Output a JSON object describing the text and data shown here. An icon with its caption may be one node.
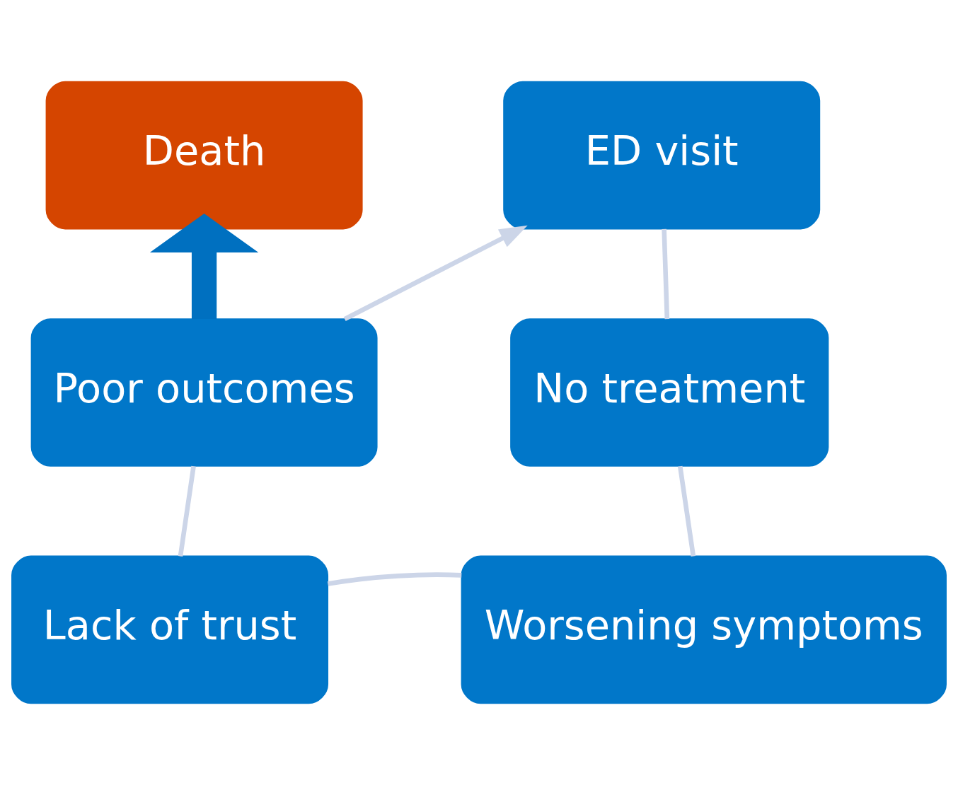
{
  "diagram": {
    "nodes": [
      {
        "text": [
          "Death"
        ]
      },
      {
        "text": [
          "ED visit"
        ]
      },
      {
        "text": [
          "No treatment"
        ]
      },
      {
        "text": [
          "Worsening symptoms"
        ]
      },
      {
        "text": [
          "Lack of trust"
        ]
      },
      {
        "text": [
          "Poor outcomes"
        ]
      }
    ],
    "edges": [
      {
        "from": 1,
        "to": 2,
        "arrow": "none"
      },
      {
        "from": 2,
        "to": 3,
        "arrow": "none"
      },
      {
        "from": 3,
        "to": 4,
        "arrow": "none"
      },
      {
        "from": 4,
        "to": 5,
        "arrow": "none"
      },
      {
        "from": 5,
        "to": 1,
        "arrow": "to"
      },
      {
        "from": 5,
        "to": 0,
        "arrow": "to",
        "style": "thick",
        "color": "#0070c0"
      }
    ]
  }
}
